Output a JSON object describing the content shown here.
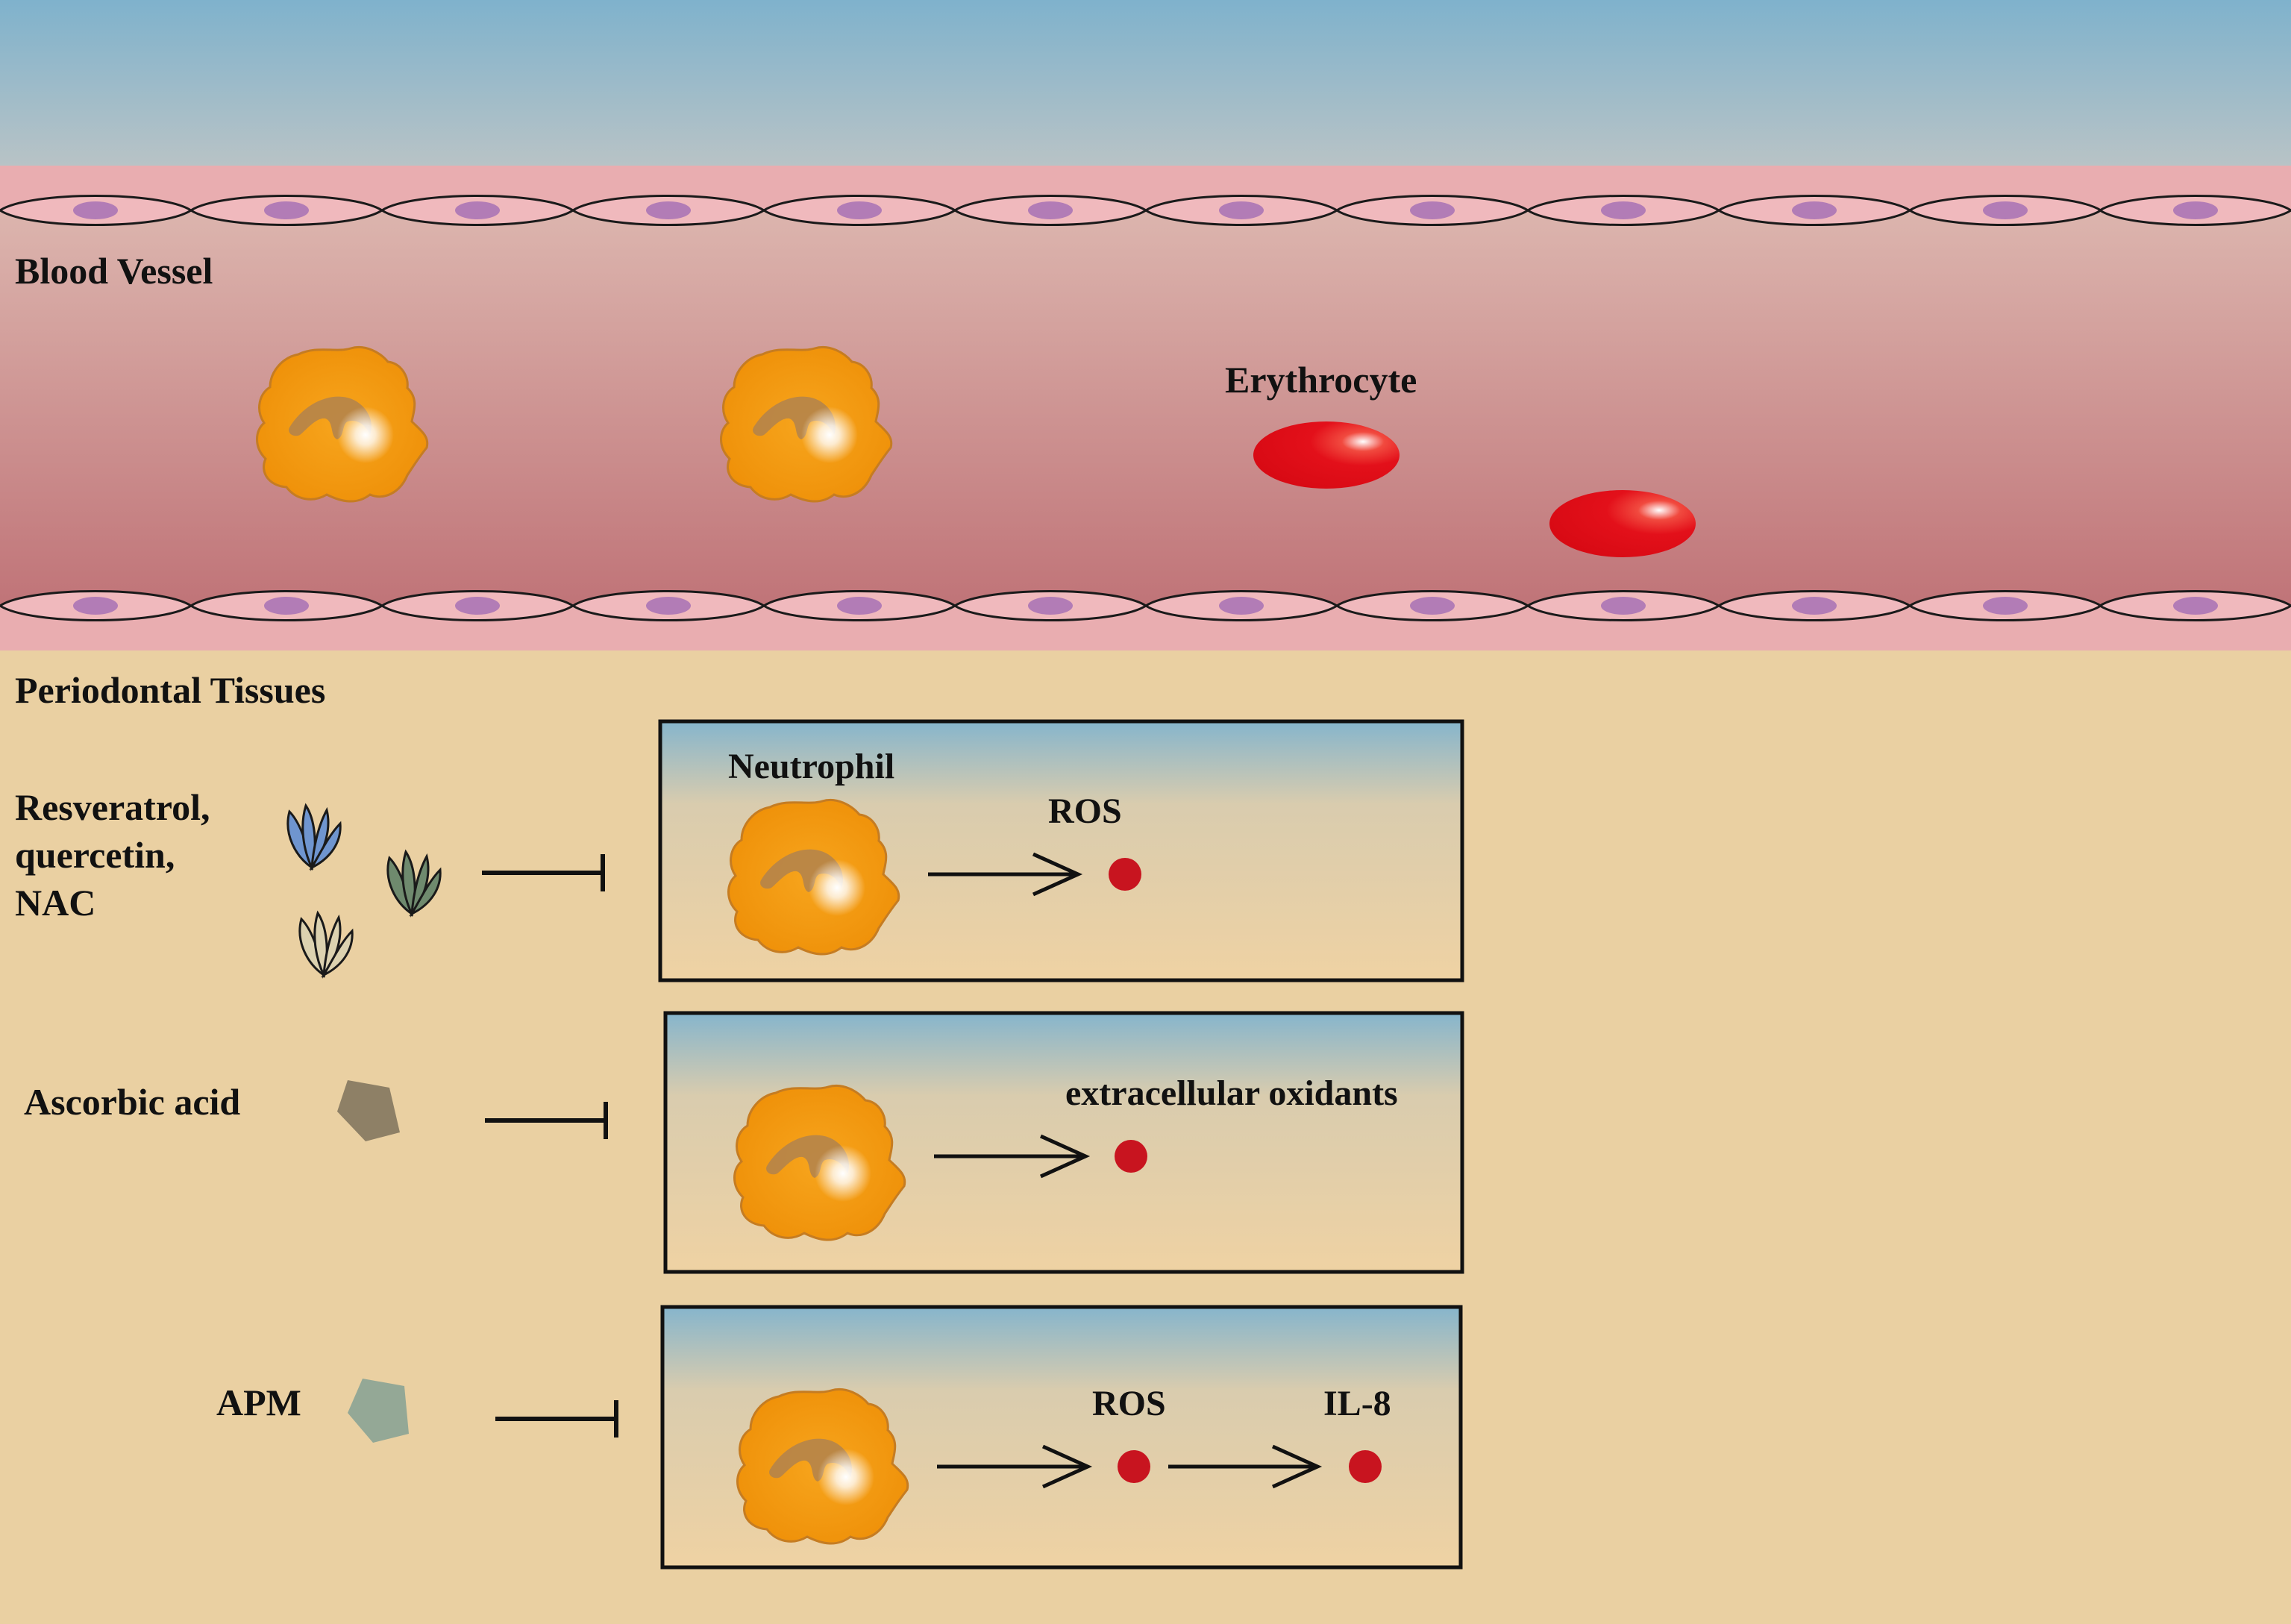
{
  "labels": {
    "blood_vessel": "Blood Vessel",
    "erythrocyte": "Erythrocyte",
    "periodontal_tissues": "Periodontal Tissues",
    "inhibitor_group_1": [
      "Resveratrol,",
      "quercetin,",
      "NAC"
    ],
    "ascorbic_acid": "Ascorbic acid",
    "apm": "APM",
    "neutrophil": "Neutrophil",
    "ros_panel_1": "ROS",
    "extracellular_oxidants": "extracellular oxidants",
    "ros_panel_3": "ROS",
    "il8": "IL-8"
  },
  "colors": {
    "sky_top": "#7fb2cc",
    "sky_bottom": "#b7c2c6",
    "vessel_wall": "#e9aeb1",
    "lumen_top": "#dbb1aa",
    "lumen_bottom": "#c27a7d",
    "endothelial_cell": "#f0b8bd",
    "endothelial_nucleus": "#b27cb6",
    "tissue": "#ead0a2",
    "neutrophil": "#f39a12",
    "neutrophil_outline": "#c87e22",
    "erythrocyte": "#e4121b",
    "ros_dot": "#c8141f",
    "inhibitor_blue": "#6f95cf",
    "inhibitor_green": "#6f8a6e",
    "inhibitor_beige": "#dcd2b0",
    "ascorbic_pentagon": "#8e8066",
    "apm_pentagon": "#94a896"
  },
  "icons": [
    "neutrophil-cell-icon",
    "erythrocyte-icon",
    "endothelial-cell-icon",
    "polyphenol-leaf-icon",
    "pentagon-molecule-icon",
    "ros-dot-icon",
    "arrow-icon",
    "inhibition-bar-icon"
  ]
}
